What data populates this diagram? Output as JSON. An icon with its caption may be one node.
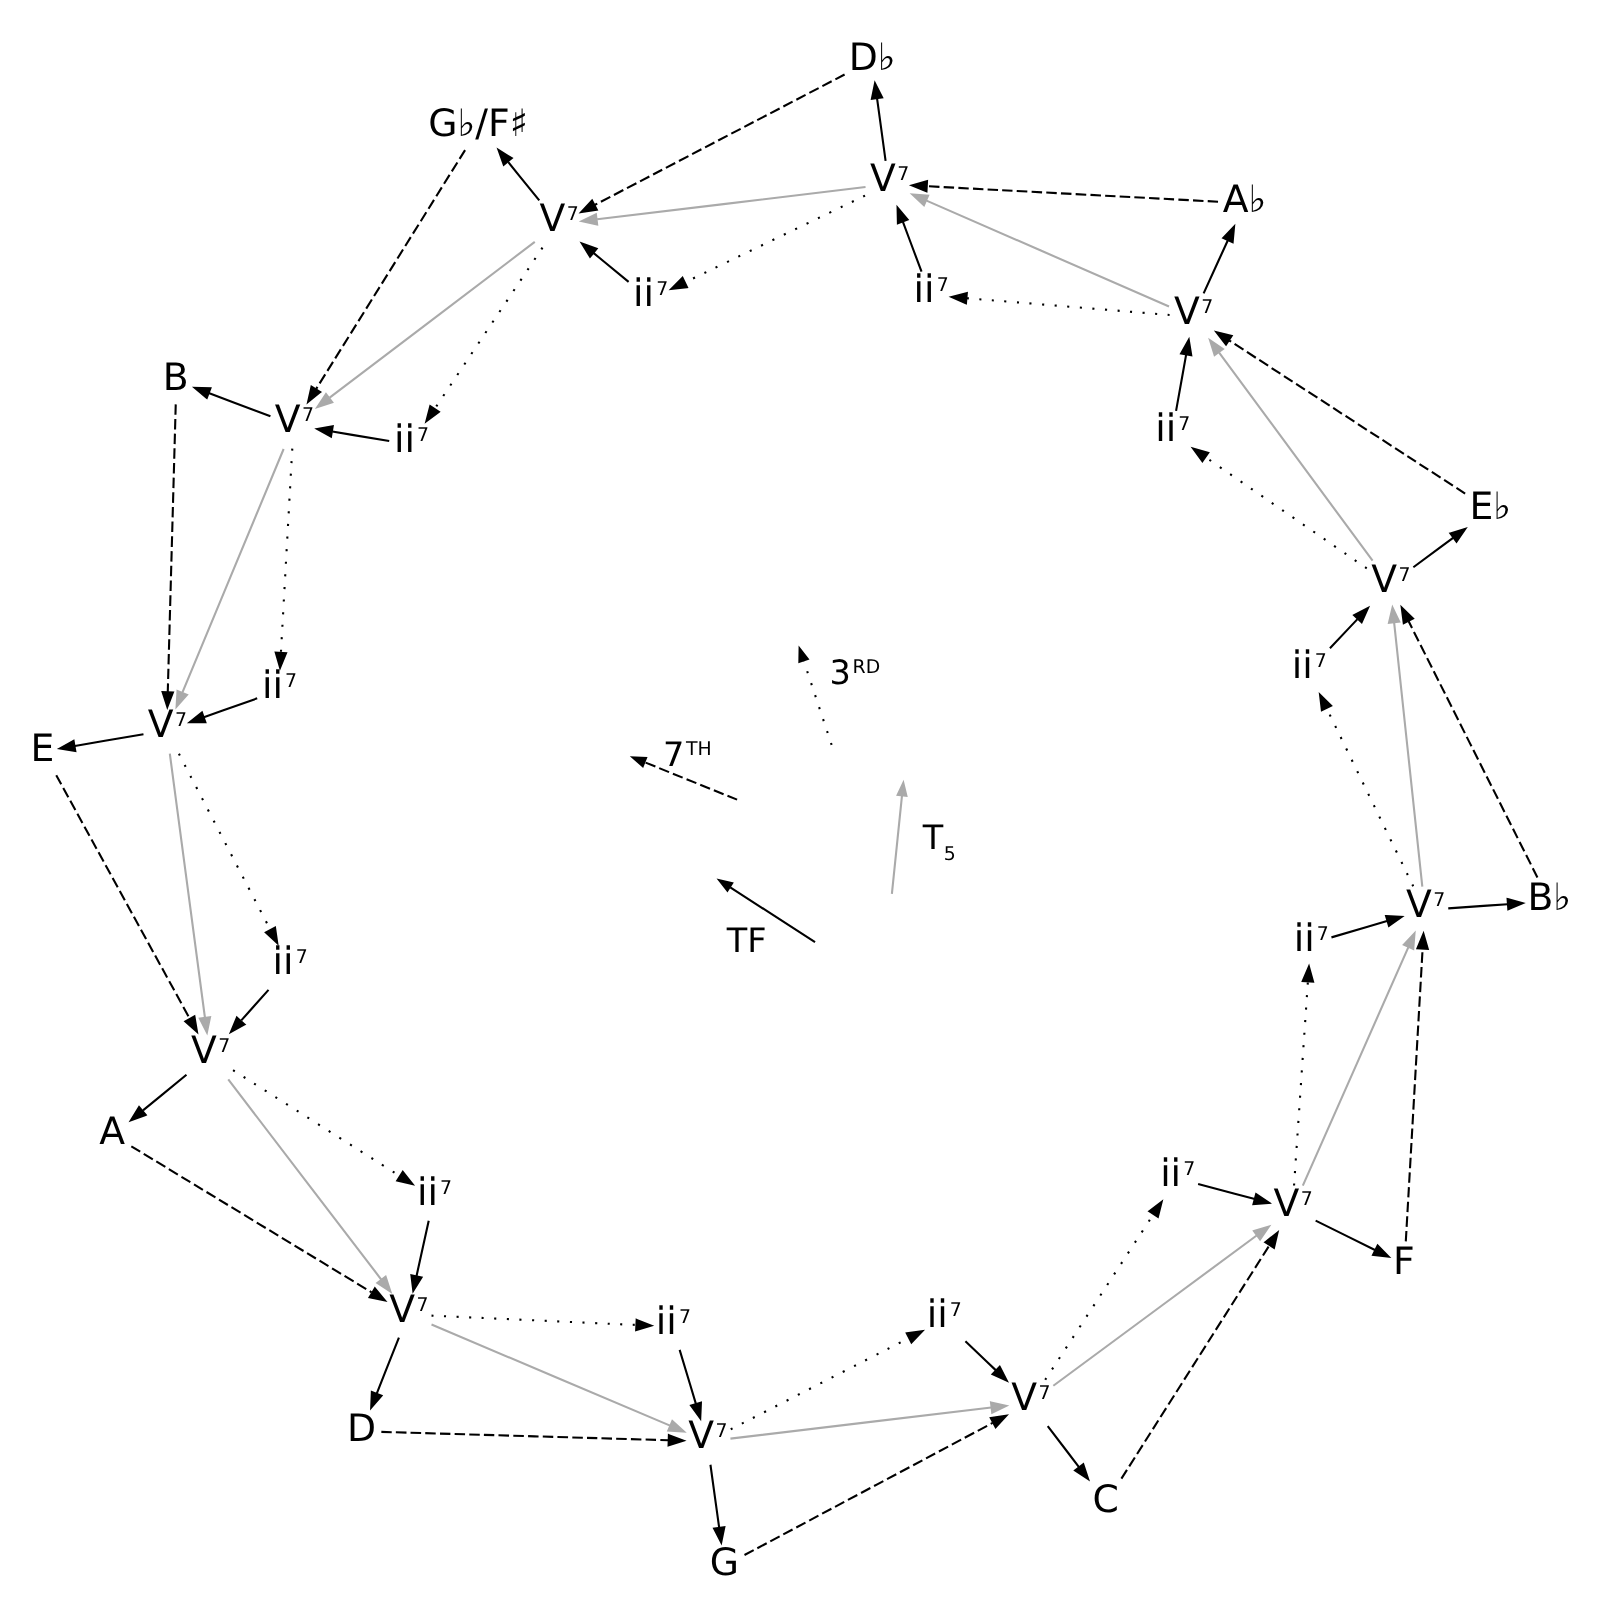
{
  "diagram": {
    "nodes": [
      {
        "text": [
          "V$^{7}$"
        ]
      },
      {
        "text": [
          "ii$^{7}$"
        ]
      },
      {
        "text": [
          "C"
        ]
      },
      {
        "text": [
          "V$^{7}$"
        ]
      },
      {
        "text": [
          "ii$^{7}$"
        ]
      },
      {
        "text": [
          "F"
        ]
      },
      {
        "text": [
          "V$^{7}$"
        ]
      },
      {
        "text": [
          "ii$^{7}$"
        ]
      },
      {
        "text": [
          "B♭"
        ]
      },
      {
        "text": [
          "V$^{7}$"
        ]
      },
      {
        "text": [
          "ii$^{7}$"
        ]
      },
      {
        "text": [
          "E♭"
        ]
      },
      {
        "text": [
          "V$^{7}$"
        ]
      },
      {
        "text": [
          "ii$^{7}$"
        ]
      },
      {
        "text": [
          "A♭"
        ]
      },
      {
        "text": [
          "V$^{7}$"
        ]
      },
      {
        "text": [
          "ii$^{7}$"
        ]
      },
      {
        "text": [
          "D♭"
        ]
      },
      {
        "text": [
          "V$^{7}$"
        ]
      },
      {
        "text": [
          "ii$^{7}$"
        ]
      },
      {
        "text": [
          "G♭/F♯"
        ]
      },
      {
        "text": [
          "V$^{7}$"
        ]
      },
      {
        "text": [
          "ii$^{7}$"
        ]
      },
      {
        "text": [
          "B"
        ]
      },
      {
        "text": [
          "V$^{7}$"
        ]
      },
      {
        "text": [
          "ii$^{7}$"
        ]
      },
      {
        "text": [
          "E"
        ]
      },
      {
        "text": [
          "V$^{7}$"
        ]
      },
      {
        "text": [
          "ii$^{7}$"
        ]
      },
      {
        "text": [
          "A"
        ]
      },
      {
        "text": [
          "V$^{7}$"
        ]
      },
      {
        "text": [
          "ii$^{7}$"
        ]
      },
      {
        "text": [
          "D"
        ]
      },
      {
        "text": [
          "V$^{7}$"
        ]
      },
      {
        "text": [
          "ii$^{7}$"
        ]
      },
      {
        "text": [
          "G"
        ]
      }
    ],
    "edges": [
      {
        "from": 1,
        "to": 0,
        "arrow": "to"
      },
      {
        "from": 0,
        "to": 2,
        "arrow": "to"
      },
      {
        "from": 0,
        "to": 3,
        "arrow": "to",
        "color": "#aaaaaa"
      },
      {
        "from": 2,
        "to": 3,
        "arrow": "to",
        "style": "dashed"
      },
      {
        "from": 0,
        "to": 4,
        "arrow": "to",
        "style": "dashed"
      },
      {
        "from": 4,
        "to": 3,
        "arrow": "to"
      },
      {
        "from": 3,
        "to": 5,
        "arrow": "to"
      },
      {
        "from": 3,
        "to": 6,
        "arrow": "to",
        "color": "#aaaaaa"
      },
      {
        "from": 5,
        "to": 6,
        "arrow": "to",
        "style": "dashed"
      },
      {
        "from": 3,
        "to": 7,
        "arrow": "to",
        "style": "dashed"
      },
      {
        "from": 7,
        "to": 6,
        "arrow": "to"
      },
      {
        "from": 6,
        "to": 8,
        "arrow": "to"
      },
      {
        "from": 6,
        "to": 9,
        "arrow": "to",
        "color": "#aaaaaa"
      },
      {
        "from": 8,
        "to": 9,
        "arrow": "to",
        "style": "dashed"
      },
      {
        "from": 6,
        "to": 10,
        "arrow": "to",
        "style": "dashed"
      },
      {
        "from": 10,
        "to": 9,
        "arrow": "to"
      },
      {
        "from": 9,
        "to": 11,
        "arrow": "to"
      },
      {
        "from": 9,
        "to": 12,
        "arrow": "to",
        "color": "#aaaaaa"
      },
      {
        "from": 11,
        "to": 12,
        "arrow": "to",
        "style": "dashed"
      },
      {
        "from": 9,
        "to": 13,
        "arrow": "to",
        "style": "dashed"
      },
      {
        "from": 13,
        "to": 12,
        "arrow": "to"
      },
      {
        "from": 12,
        "to": 14,
        "arrow": "to"
      },
      {
        "from": 12,
        "to": 15,
        "arrow": "to",
        "color": "#aaaaaa"
      },
      {
        "from": 14,
        "to": 15,
        "arrow": "to",
        "style": "dashed"
      },
      {
        "from": 12,
        "to": 16,
        "arrow": "to",
        "style": "dashed"
      },
      {
        "from": 16,
        "to": 15,
        "arrow": "to"
      },
      {
        "from": 15,
        "to": 17,
        "arrow": "to"
      },
      {
        "from": 15,
        "to": 18,
        "arrow": "to",
        "color": "#aaaaaa"
      },
      {
        "from": 17,
        "to": 18,
        "arrow": "to",
        "style": "dashed"
      },
      {
        "from": 15,
        "to": 19,
        "arrow": "to",
        "style": "dashed"
      },
      {
        "from": 19,
        "to": 18,
        "arrow": "to"
      },
      {
        "from": 18,
        "to": 20,
        "arrow": "to"
      },
      {
        "from": 18,
        "to": 21,
        "arrow": "to",
        "color": "#aaaaaa"
      },
      {
        "from": 20,
        "to": 21,
        "arrow": "to",
        "style": "dashed"
      },
      {
        "from": 18,
        "to": 22,
        "arrow": "to",
        "style": "dashed"
      },
      {
        "from": 22,
        "to": 21,
        "arrow": "to"
      },
      {
        "from": 21,
        "to": 23,
        "arrow": "to"
      },
      {
        "from": 21,
        "to": 24,
        "arrow": "to",
        "color": "#aaaaaa"
      },
      {
        "from": 23,
        "to": 24,
        "arrow": "to",
        "style": "dashed"
      },
      {
        "from": 21,
        "to": 25,
        "arrow": "to",
        "style": "dashed"
      },
      {
        "from": 25,
        "to": 24,
        "arrow": "to"
      },
      {
        "from": 24,
        "to": 26,
        "arrow": "to"
      },
      {
        "from": 24,
        "to": 27,
        "arrow": "to",
        "color": "#aaaaaa"
      },
      {
        "from": 26,
        "to": 27,
        "arrow": "to",
        "style": "dashed"
      },
      {
        "from": 24,
        "to": 28,
        "arrow": "to",
        "style": "dashed"
      },
      {
        "from": 28,
        "to": 27,
        "arrow": "to"
      },
      {
        "from": 27,
        "to": 29,
        "arrow": "to"
      },
      {
        "from": 27,
        "to": 30,
        "arrow": "to",
        "color": "#aaaaaa"
      },
      {
        "from": 29,
        "to": 30,
        "arrow": "to",
        "style": "dashed"
      },
      {
        "from": 27,
        "to": 31,
        "arrow": "to",
        "style": "dashed"
      },
      {
        "from": 31,
        "to": 30,
        "arrow": "to"
      },
      {
        "from": 30,
        "to": 32,
        "arrow": "to"
      },
      {
        "from": 30,
        "to": 33,
        "arrow": "to",
        "color": "#aaaaaa"
      },
      {
        "from": 32,
        "to": 33,
        "arrow": "to",
        "style": "dashed"
      },
      {
        "from": 30,
        "to": 34,
        "arrow": "to",
        "style": "dashed"
      },
      {
        "from": 34,
        "to": 33,
        "arrow": "to"
      },
      {
        "from": 33,
        "to": 35,
        "arrow": "to"
      },
      {
        "from": 33,
        "to": 0,
        "arrow": "to",
        "color": "#aaaaaa"
      },
      {
        "from": 35,
        "to": 0,
        "arrow": "to",
        "style": "dashed"
      },
      {
        "from": 33,
        "to": 1,
        "arrow": "to",
        "style": "dashed"
      }
    ],
    "legend": [
      {
        "text": "TF"
      },
      {
        "text": "7$^{TH}$"
      },
      {
        "text": "T$_{5}$"
      },
      {
        "text": "3$^{RD}$"
      }
    ]
  }
}
